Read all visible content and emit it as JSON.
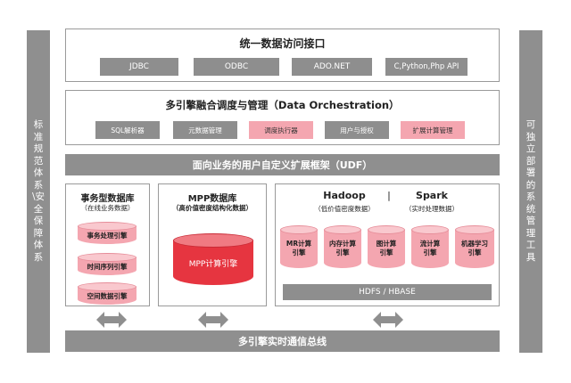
{
  "left_sidebar": {
    "text": "标准规范体系\\安全保障体系"
  },
  "right_sidebar": {
    "text": "可独立部署的系统管理工具"
  },
  "access_layer": {
    "title": "统一数据访问接口",
    "items": [
      "JDBC",
      "ODBC",
      "ADO.NET",
      "C,Python,Php API"
    ]
  },
  "orchestration_layer": {
    "title": "多引擎融合调度与管理（Data Orchestration）",
    "items": [
      {
        "label": "SQL解析器",
        "style": "gray"
      },
      {
        "label": "元数据管理",
        "style": "gray"
      },
      {
        "label": "调度执行器",
        "style": "pink"
      },
      {
        "label": "用户与授权",
        "style": "gray"
      },
      {
        "label": "扩展计算管理",
        "style": "pink"
      }
    ]
  },
  "udf_bar": {
    "label": "面向业务的用户自定义扩展框架（UDF）"
  },
  "transactional_db": {
    "title": "事务型数据库",
    "subtitle": "（在线业务数据）",
    "engines": [
      "事务处理引擎",
      "时间序列引擎",
      "空间数据引擎"
    ]
  },
  "mpp_db": {
    "title": "MPP数据库",
    "subtitle": "（高价值密度结构化数据）",
    "engine": "MPP计算引擎"
  },
  "bigdata": {
    "hadoop_title": "Hadoop",
    "hadoop_subtitle": "（低价值密度数据）",
    "separator": "|",
    "spark_title": "Spark",
    "spark_subtitle": "（实时处理数据）",
    "engines": [
      [
        "MR计算",
        "引擎"
      ],
      [
        "内存计算",
        "引擎"
      ],
      [
        "图计算",
        "引擎"
      ],
      [
        "流计算",
        "引擎"
      ],
      [
        "机器学习",
        "引擎"
      ]
    ],
    "storage": "HDFS / HBASE"
  },
  "bus": {
    "label": "多引擎实时通信总线"
  },
  "colors": {
    "gray": "#8f8f8f",
    "pink": "#f4a6b0",
    "red": "#e63540"
  }
}
